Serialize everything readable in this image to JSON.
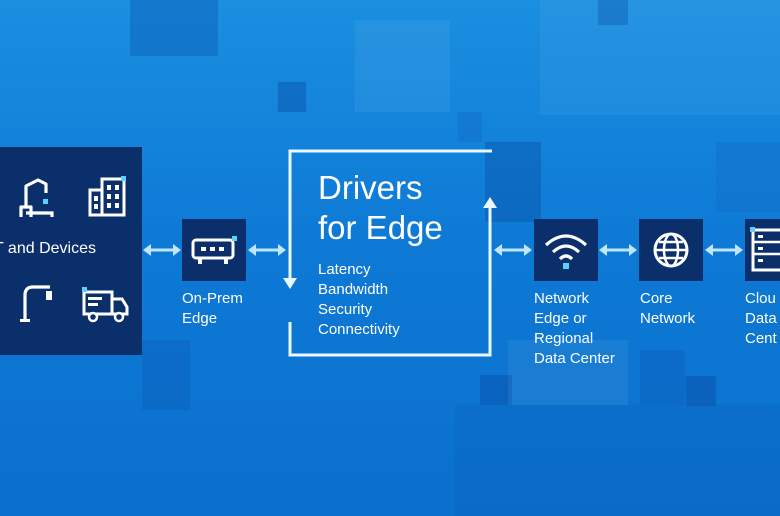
{
  "diagram": {
    "devices_label": "T and Devices",
    "on_prem": {
      "line1": "On-Prem",
      "line2": "Edge"
    },
    "drivers": {
      "title_line1": "Drivers",
      "title_line2": "for Edge",
      "items": [
        "Latency",
        "Bandwidth",
        "Security",
        "Connectivity"
      ]
    },
    "network_edge": {
      "line1": "Network",
      "line2": "Edge or",
      "line3": "Regional",
      "line4": "Data Center"
    },
    "core_network": {
      "line1": "Core",
      "line2": "Network"
    },
    "cloud": {
      "line1": "Clou",
      "line2": "Data",
      "line3": "Cent"
    }
  },
  "colors": {
    "background": "#1284dc",
    "node_fill": "#0b2f6a",
    "arrow": "#bfe6fb",
    "accent": "#5ad0ff"
  },
  "icons": [
    "robot-arm-icon",
    "building-icon",
    "faucet-icon",
    "truck-icon",
    "router-icon",
    "wifi-icon",
    "globe-icon",
    "server-rack-icon"
  ]
}
